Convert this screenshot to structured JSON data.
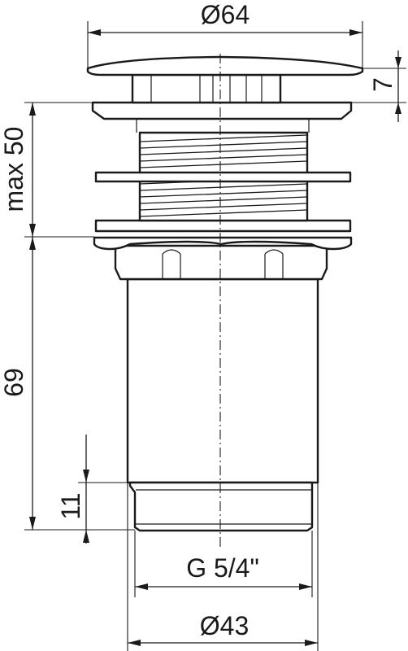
{
  "dimensions": {
    "top_diameter": "Ø64",
    "cap_height": "7",
    "max_clamp": "max 50",
    "body_length": "69",
    "thread_length": "11",
    "thread_size": "G 5/4\"",
    "bottom_diameter": "Ø43"
  },
  "colors": {
    "line": "#1a1a1a",
    "background": "#ffffff"
  }
}
